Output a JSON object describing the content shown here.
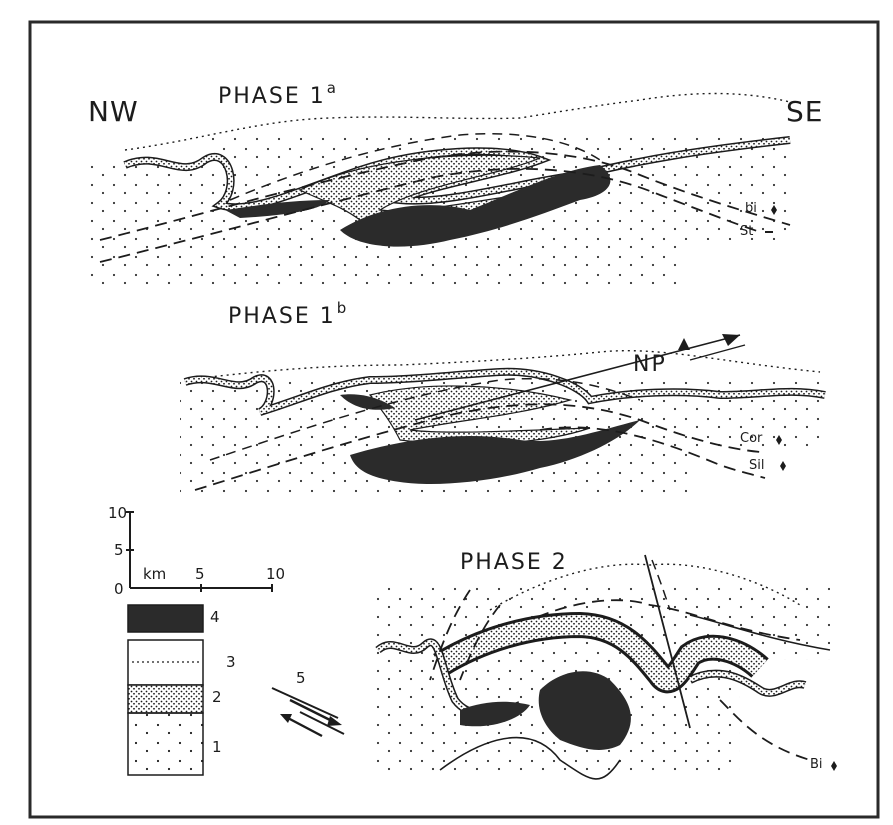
{
  "directions": {
    "left": "NW",
    "right": "SE"
  },
  "phases": [
    {
      "name": "PHASE 1",
      "sup": "a"
    },
    {
      "name": "PHASE 1",
      "sup": "b"
    },
    {
      "name": "PHASE 2",
      "sup": ""
    }
  ],
  "isograds": {
    "phase1a": [
      "bi",
      "St"
    ],
    "phase1b": [
      "Cor",
      "Sil"
    ],
    "phase2": [
      "Bi"
    ]
  },
  "thrust_label": "NP",
  "scale": {
    "unit": "km",
    "x_ticks": [
      "0",
      "5",
      "10"
    ],
    "y_ticks": [
      "10",
      "5"
    ]
  },
  "legend": [
    {
      "id": "4",
      "label": "4",
      "pattern": "solid-dark"
    },
    {
      "id": "3",
      "label": "3",
      "pattern": "dotted-line"
    },
    {
      "id": "2",
      "label": "2",
      "pattern": "dense-stipple"
    },
    {
      "id": "1",
      "label": "1",
      "pattern": "sparse-dots"
    }
  ],
  "shear_label": "5",
  "colors": {
    "ink": "#1c1c1c",
    "fill": "#2b2b2b",
    "paper": "#ffffff",
    "border": "#2a2a2a"
  }
}
